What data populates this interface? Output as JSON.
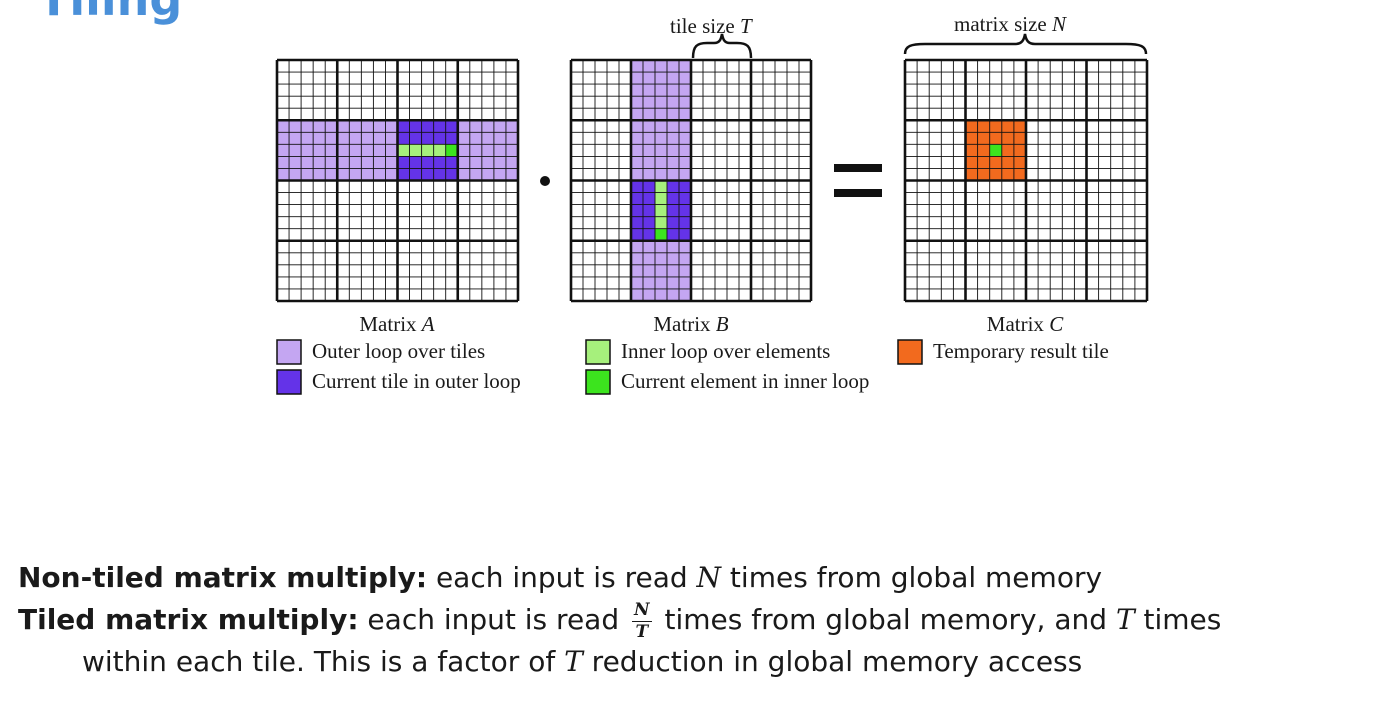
{
  "slide": {
    "title": "Tiling"
  },
  "diagram": {
    "annotations": {
      "tile_size_prefix": "tile size ",
      "tile_size_var": "T",
      "matrix_size_prefix": "matrix size ",
      "matrix_size_var": "N"
    },
    "operators": {
      "dot": "·",
      "equals": "="
    },
    "matrices": [
      {
        "caption_prefix": "Matrix ",
        "caption_var": "A"
      },
      {
        "caption_prefix": "Matrix ",
        "caption_var": "B"
      },
      {
        "caption_prefix": "Matrix ",
        "caption_var": "C"
      }
    ],
    "legend": [
      {
        "label": "Outer loop over tiles",
        "color": "#c4a6f2"
      },
      {
        "label": "Current tile in outer loop",
        "color": "#6433e8"
      },
      {
        "label": "Inner loop over elements",
        "color": "#a6f07c"
      },
      {
        "label": "Current element in inner loop",
        "color": "#3ce41e"
      },
      {
        "label": "Temporary result tile",
        "color": "#f26a1e"
      }
    ],
    "colors": {
      "outer_loop": "#c4a6f2",
      "current_tile": "#6433e8",
      "inner_loop": "#a6f07c",
      "current_element": "#3ce41e",
      "result_tile": "#f26a1e"
    }
  },
  "text": {
    "line1": {
      "bold": "Non-tiled matrix multiply:",
      "part1": " each input is read ",
      "var": "N",
      "part2": " times from global memory"
    },
    "line2": {
      "bold": "Tiled matrix multiply:",
      "part1": " each input is read ",
      "frac_num": "N",
      "frac_den": "T",
      "part2": " times from global memory, and ",
      "var": "T",
      "part3": " times"
    },
    "line3": {
      "part1": "within each tile. This is a factor of ",
      "var": "T",
      "part2": " reduction in global memory access"
    }
  }
}
